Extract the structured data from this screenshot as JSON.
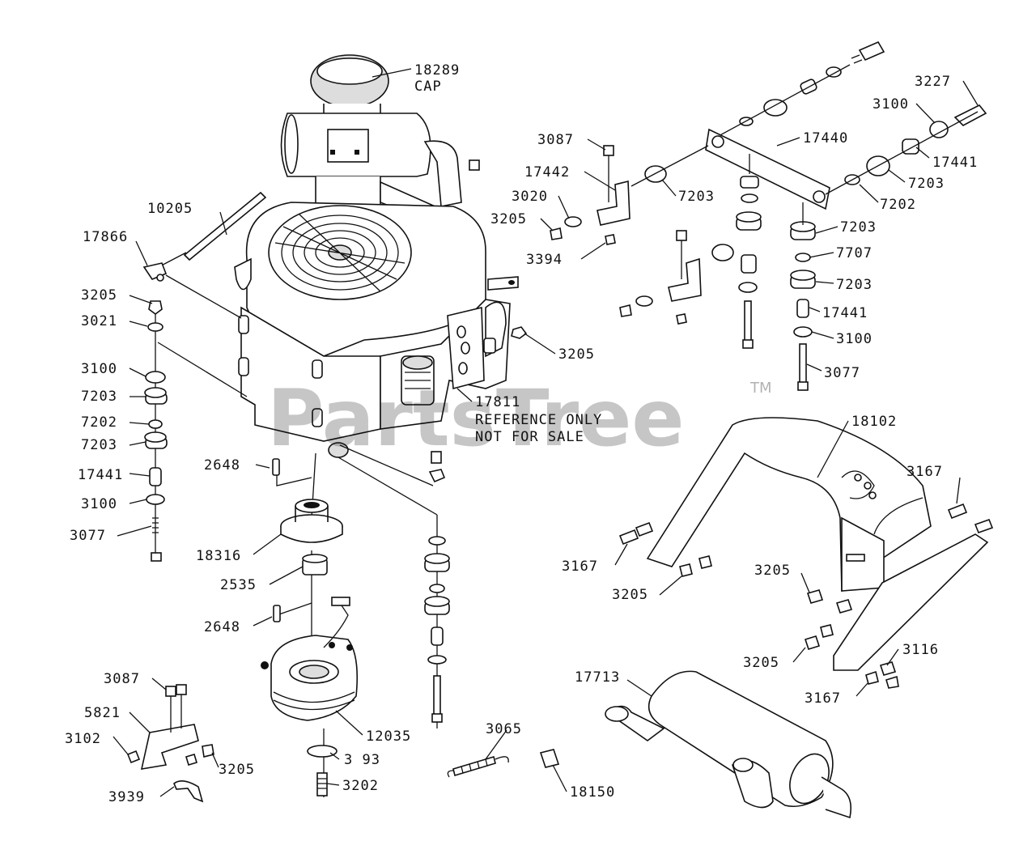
{
  "watermark": {
    "brand": "PartsTree",
    "tm": "TM"
  },
  "reference_note": {
    "line1": "REFERENCE ONLY",
    "line2": "NOT FOR SALE"
  },
  "labels": {
    "cap_num": "18289",
    "cap_word": "CAP",
    "l_10205": "10205",
    "l_17866": "17866",
    "l_3205_a": "3205",
    "l_3021": "3021",
    "l_3100_a": "3100",
    "l_7203_a": "7203",
    "l_7202_a": "7202",
    "l_7203_b": "7203",
    "l_17441_a": "17441",
    "l_3100_b": "3100",
    "l_3077_a": "3077",
    "l_2648_a": "2648",
    "l_18316": "18316",
    "l_2535": "2535",
    "l_2648_b": "2648",
    "l_12035": "12035",
    "l_3_93": "3 93",
    "l_3202": "3202",
    "l_3087_a": "3087",
    "l_5821": "5821",
    "l_3102": "3102",
    "l_3205_b": "3205",
    "l_3939": "3939",
    "l_3065": "3065",
    "l_18150": "18150",
    "l_17811": "17811",
    "l_3205_c": "3205",
    "l_3087_b": "3087",
    "l_17442": "17442",
    "l_3020": "3020",
    "l_3205_d": "3205",
    "l_3394": "3394",
    "l_7203_c": "7203",
    "l_17440": "17440",
    "l_3227": "3227",
    "l_3100_c": "3100",
    "l_17441_b": "17441",
    "l_7203_d": "7203",
    "l_7202_b": "7202",
    "l_7203_e": "7203",
    "l_7707": "7707",
    "l_7203_f": "7203",
    "l_17441_c": "17441",
    "l_3100_d": "3100",
    "l_3077_b": "3077",
    "l_18102": "18102",
    "l_3167_a": "3167",
    "l_3167_b": "3167",
    "l_3205_e": "3205",
    "l_3205_f": "3205",
    "l_3205_g": "3205",
    "l_3116": "3116",
    "l_3167_c": "3167",
    "l_17713": "17713"
  }
}
